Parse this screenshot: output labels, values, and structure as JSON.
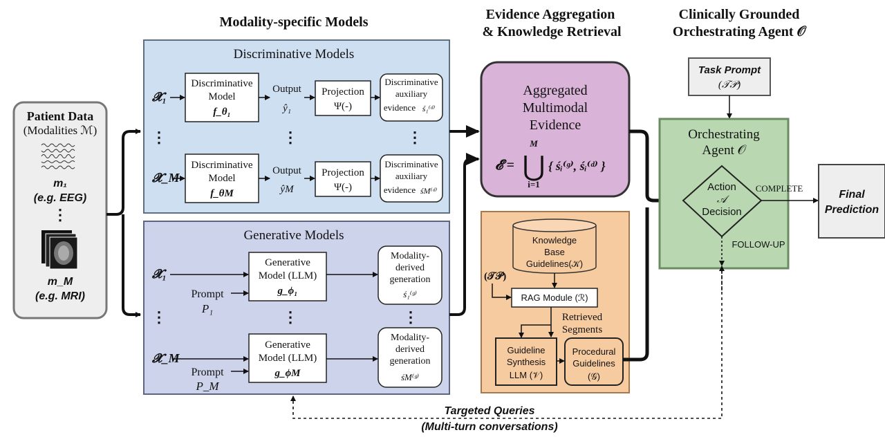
{
  "headers": {
    "modality_specific": "Modality-specific Models",
    "evidence_line1": "Evidence Aggregation",
    "evidence_line2": "& Knowledge Retrieval",
    "agent_line1": "Clinically Grounded",
    "agent_line2": "Orchestrating Agent 𝒪"
  },
  "patient": {
    "title": "Patient Data",
    "subtitle": "(Modalities ℳ)",
    "m1_label": "m₁",
    "m1_example": "(e.g. EEG)",
    "dots": "⋮",
    "mM_label": "m_M",
    "mM_example": "(e.g. MRI)"
  },
  "discriminative": {
    "title": "Discriminative Models",
    "row1": {
      "input": "𝓧₁",
      "model_line1": "Discriminative",
      "model_line2": "Model",
      "model_fn": "f_θ₁",
      "output_label": "Output",
      "output_sym": "ŷ₁",
      "proj_line1": "Projection",
      "proj_line2": "Ψ(-)",
      "ev_line1": "Discriminative",
      "ev_line2": "auxiliary",
      "ev_line3": "evidence",
      "ev_sym": "ś₁⁽ᵈ⁾"
    },
    "rowM": {
      "input": "𝓧_M",
      "model_line1": "Discriminative",
      "model_line2": "Model",
      "model_fn": "f_θM",
      "output_label": "Output",
      "output_sym": "ŷM",
      "proj_line1": "Projection",
      "proj_line2": "Ψ(-)",
      "ev_line1": "Discriminative",
      "ev_line2": "auxiliary",
      "ev_line3": "evidence",
      "ev_sym": "śM⁽ᵈ⁾"
    },
    "dots": "⋮"
  },
  "generative": {
    "title": "Generative Models",
    "row1": {
      "input": "𝓧₁",
      "prompt_label": "Prompt",
      "prompt_sym": "P₁",
      "model_line1": "Generative",
      "model_line2": "Model (LLM)",
      "model_fn": "g_ϕ₁",
      "out_line1": "Modality-",
      "out_line2": "derived",
      "out_line3": "generation",
      "out_sym": "ś₁⁽ᵍ⁾"
    },
    "rowM": {
      "input": "𝓧_M",
      "prompt_label": "Prompt",
      "prompt_sym": "P_M",
      "model_line1": "Generative",
      "model_line2": "Model (LLM)",
      "model_fn": "g_ϕM",
      "out_line1": "Modality-",
      "out_line2": "derived",
      "out_line3": "generation",
      "out_sym": "śM⁽ᵍ⁾"
    },
    "dots": "⋮"
  },
  "aggregated": {
    "line1": "Aggregated",
    "line2": "Multimodal",
    "line3": "Evidence",
    "formula_lhs": "𝓔 =",
    "union_top": "M",
    "union_symbol": "⋃",
    "union_bottom": "i=1",
    "formula_set": "{ śᵢ⁽ᵍ⁾, śᵢ⁽ᵈ⁾ }"
  },
  "knowledge": {
    "kb_line1": "Knowledge",
    "kb_line2": "Base",
    "kb_line3": "Guidelines(𝒦)",
    "tp": "(𝒯𝒫)",
    "rag": "RAG Module (ℛ)",
    "retrieved_line1": "Retrieved",
    "retrieved_line2": "Segments",
    "synth_line1": "Guideline",
    "synth_line2": "Synthesis",
    "synth_line3": "LLM (𝒱)",
    "proc_line1": "Procedural",
    "proc_line2": "Guidelines",
    "proc_line3": "(𝒢)"
  },
  "agent": {
    "task_line1": "Task Prompt",
    "task_line2": "(𝒯𝒫)",
    "orch_line1": "Orchestrating",
    "orch_line2": "Agent 𝒪",
    "action_line1": "Action",
    "action_line2": "𝒜",
    "action_line3": "Decision",
    "complete": "COMPLETE",
    "follow_up": "FOLLOW-UP"
  },
  "final": {
    "line1": "Final",
    "line2": "Prediction"
  },
  "feedback": {
    "line1": "Targeted Queries",
    "line2": "(Multi-turn conversations)"
  },
  "colors": {
    "discriminative_bg": "#cfdff2",
    "generative_bg": "#cdd3ea",
    "aggregated_bg": "#d9b3d8",
    "knowledge_bg": "#f7cba0",
    "agent_bg": "#b9d8b2",
    "patient_bg": "#eeeeee",
    "border": "#555555"
  }
}
